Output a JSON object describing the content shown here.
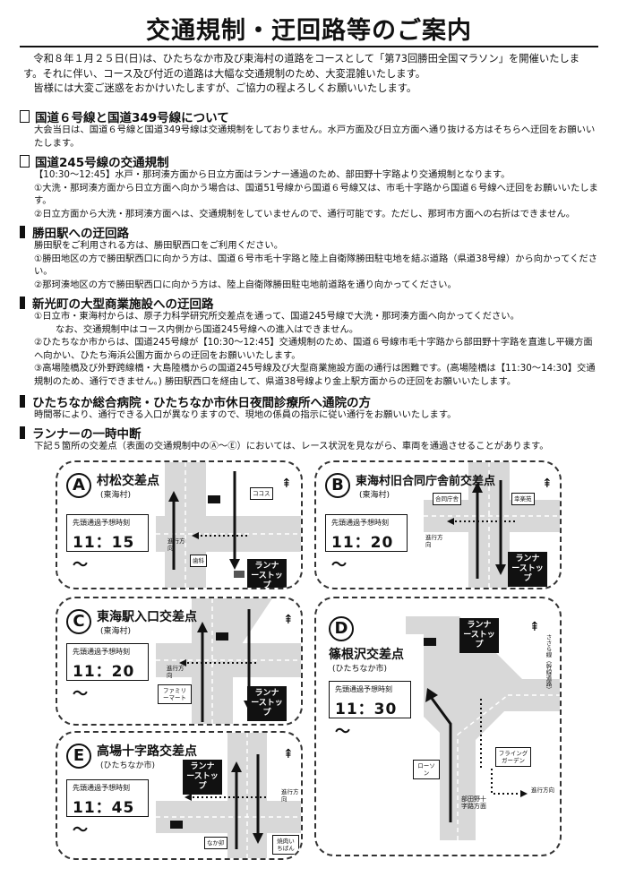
{
  "title": "交通規制・迂回路等のご案内",
  "intro": {
    "p1": "令和８年１月２５日(日)は、ひたちなか市及び東海村の道路をコースとして「第73回勝田全国マラソン」を開催いたします。それに伴い、コース及び付近の道路は大幅な交通規制のため、大変混雑いたします。",
    "p2": "皆様には大変ご迷惑をおかけいたしますが、ご協力の程よろしくお願いいたします。"
  },
  "sections": {
    "s1": {
      "heading": "国道６号線と国道349号線について",
      "line1": "大会当日は、国道６号線と国道349号線は交通規制をしておりません。水戸方面及び日立方面へ通り抜ける方はそちらへ迂回をお願いいたします。"
    },
    "s2": {
      "heading": "国道245号線の交通規制",
      "line1": "【10:30～12:45】水戸・那珂湊方面から日立方面はランナー通過のため、部田野十字路より交通規制となります。",
      "line2": "①大洗・那珂湊方面から日立方面へ向かう場合は、国道51号線から国道６号線又は、市毛十字路から国道６号線へ迂回をお願いいたします。",
      "line3": "②日立方面から大洗・那珂湊方面へは、交通規制をしていませんので、通行可能です。ただし、那珂市方面への右折はできません。"
    },
    "s3": {
      "heading": "勝田駅への迂回路",
      "line1": "勝田駅をご利用される方は、勝田駅西口をご利用ください。",
      "line2": "①勝田地区の方で勝田駅西口に向かう方は、国道６号市毛十字路と陸上自衛隊勝田駐屯地を結ぶ道路（県道38号線）から向かってください。",
      "line3": "②那珂湊地区の方で勝田駅西口に向かう方は、陸上自衛隊勝田駐屯地前道路を通り向かってください。"
    },
    "s4": {
      "heading": "新光町の大型商業施設への迂回路",
      "line1": "①日立市・東海村からは、原子力科学研究所交差点を通って、国道245号線で大洗・那珂湊方面へ向かってください。",
      "line1b": "なお、交通規制中はコース内側から国道245号線への進入はできません。",
      "line2": "②ひたちなか市からは、国道245号線が【10:30～12:45】交通規制のため、国道６号線市毛十字路から部田野十字路を直進し平磯方面へ向かい、ひたち海浜公園方面からの迂回をお願いいたします。",
      "line3": "③高場陸橋及び外野跨線橋・大島陸橋からの国道245号線及び大型商業施設方面の通行は困難です。(高場陸橋は【11:30～14:30】交通規制のため、通行できません。) 勝田駅西口を経由して、県道38号線より金上駅方面からの迂回をお願いいたします。"
    },
    "s5": {
      "heading": "ひたちなか総合病院・ひたちなか市休日夜間診療所へ通院の方",
      "line1": "時間帯により、通行できる入口が異なりますので、現地の係員の指示に従い通行をお願いいたします。"
    },
    "s6": {
      "heading": "ランナーの一時中断",
      "line1": "下記５箇所の交差点（表面の交通規制中のⒶ～Ⓔ）においては、レース状況を見ながら、車両を通過させることがあります。"
    }
  },
  "common": {
    "time_label": "先頭通過予想時刻",
    "runner_stop": "ランナーストップ",
    "direction": "進行方向",
    "north_icon": "north-arrow-icon"
  },
  "cards": {
    "a": {
      "letter": "A",
      "name": "村松交差点",
      "sub": "(東海村)",
      "time": "11：15～",
      "shop1": "ココス",
      "shop2": "歯科"
    },
    "b": {
      "letter": "B",
      "name": "東海村旧合同庁舎前交差点",
      "sub": "(東海村)",
      "time": "11：20～",
      "shop1": "合同庁舎",
      "shop2": "幸楽苑"
    },
    "c": {
      "letter": "C",
      "name": "東海駅入口交差点",
      "sub": "(東海村)",
      "time": "11：20～",
      "shop1": "ファミリーマート"
    },
    "d": {
      "letter": "D",
      "name": "篠根沢交差点",
      "sub": "(ひたちなか市)",
      "time": "11：30～",
      "shop1": "ローソン",
      "shop2": "フライングガーデン",
      "road": "ささら線（幹線道路）",
      "road2": "部田野十字路方面"
    },
    "e": {
      "letter": "E",
      "name": "高場十字路交差点",
      "sub": "(ひたちなか市)",
      "time": "11：45～",
      "shop1": "なか卯",
      "shop2": "焼肉いちばん"
    }
  },
  "colors": {
    "road": "#cfcfcf",
    "text": "#111111"
  }
}
